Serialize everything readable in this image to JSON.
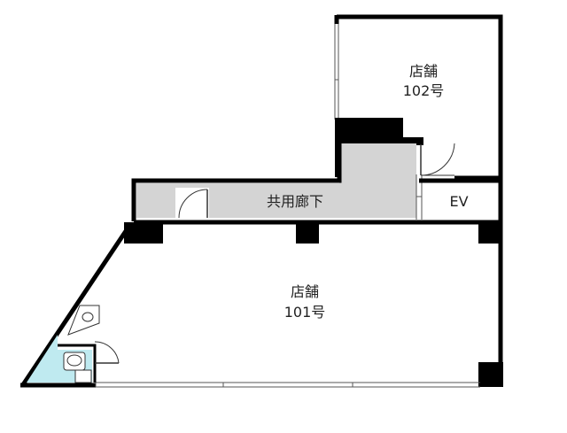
{
  "floorplan": {
    "rooms": {
      "store_102": {
        "name": "店舗",
        "number": "102号"
      },
      "store_101": {
        "name": "店舗",
        "number": "101号"
      },
      "corridor": {
        "label": "共用廊下"
      },
      "elevator": {
        "label": "EV"
      }
    },
    "colors": {
      "wall": "#000000",
      "corridor_fill": "#d4d4d4",
      "toilet_fill": "#bfeaf0",
      "floor_fill": "#ffffff"
    }
  }
}
